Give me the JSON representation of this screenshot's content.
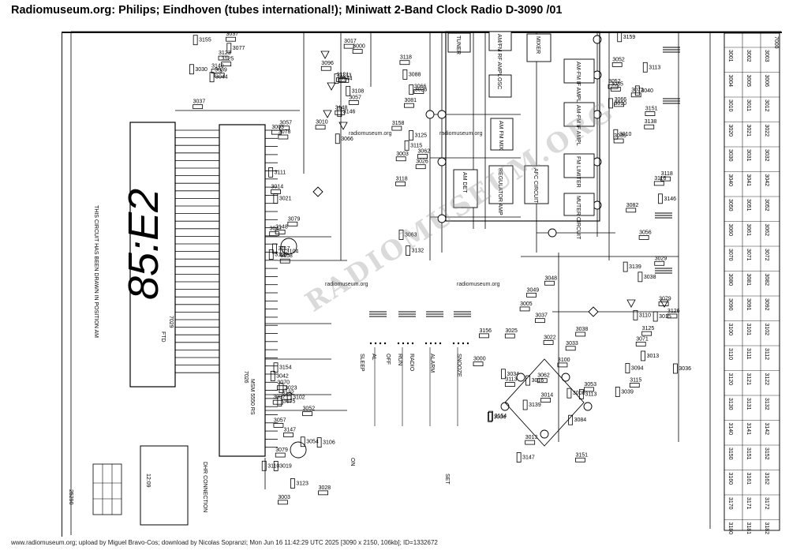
{
  "page": {
    "title": "Radiomuseum.org: Philips; Eindhoven (tubes international!); Miniwatt 2-Band Clock Radio D-3090 /01",
    "footer": "www.radiomuseum.org; upload by Miguel Bravo-Cos; download by Nicolas Sopranzi; Mon Jun 16 11:42:29 UTC 2025 [3090 x 2150, 106kb]; ID=1332672"
  },
  "schematic": {
    "watermark": "RADIOMUSEUM.ORG",
    "small_watermarks": [
      "radiomuseum.org",
      "radiomuseum.org",
      "radiomuseum.org",
      "radiomuseum.org"
    ],
    "display_digits": "85:E2",
    "display_ref": "FTD",
    "display_num": "7029",
    "clock_ic": "MSM 5550 RS",
    "clock_ic_ref": "7026",
    "clock_ic_small": "12:09",
    "drawing_code": "25290",
    "connection_label": "DHR CONNECTION",
    "note_text": "THIS CIRCUIT HAS BEEN DRAWN IN POSITION AM",
    "blocks": [
      {
        "id": "osc",
        "label": "OSC"
      },
      {
        "id": "fmif",
        "label": "AM FM MIX"
      },
      {
        "id": "amdet",
        "label": "AM DET"
      },
      {
        "id": "afc",
        "label": "AFC CIRCUIT"
      },
      {
        "id": "fmlim",
        "label": "FM LIMITER"
      },
      {
        "id": "muter",
        "label": "MUTER CIRCUIT"
      },
      {
        "id": "mixer",
        "label": "MIXER"
      },
      {
        "id": "ampif",
        "label": "AM-FM IF AMPL"
      },
      {
        "id": "ampif2",
        "label": "AM-FM IF AMPL"
      },
      {
        "id": "amrf",
        "label": "AM/FM RF AMPL"
      },
      {
        "id": "regulator",
        "label": "REGULATOR AMP"
      },
      {
        "id": "tuner",
        "label": "TUNER"
      }
    ],
    "switch_labels": [
      "SLEEP",
      "AL",
      "OFF",
      "RUN",
      "RADIO",
      "ALARM",
      "SNOOZE",
      "ON",
      "SET"
    ],
    "parts_list_header": "7000",
    "parts_list_rows": [
      [
        "3001",
        "3002",
        "3003"
      ],
      [
        "3004",
        "3005",
        "3006"
      ],
      [
        "3010",
        "3011",
        "3012"
      ],
      [
        "3020",
        "3021",
        "3022"
      ],
      [
        "3030",
        "3031",
        "3032"
      ],
      [
        "3040",
        "3041",
        "3042"
      ],
      [
        "3050",
        "3051",
        "3052"
      ],
      [
        "3060",
        "3061",
        "3062"
      ],
      [
        "3070",
        "3071",
        "3072"
      ],
      [
        "3080",
        "3081",
        "3082"
      ],
      [
        "3090",
        "3091",
        "3092"
      ],
      [
        "3100",
        "3101",
        "3102"
      ],
      [
        "3110",
        "3111",
        "3112"
      ],
      [
        "3120",
        "3121",
        "3122"
      ],
      [
        "3130",
        "3131",
        "3132"
      ],
      [
        "3140",
        "3141",
        "3142"
      ],
      [
        "3150",
        "3151",
        "3152"
      ],
      [
        "3160",
        "3161",
        "3162"
      ],
      [
        "3170",
        "3171",
        "3172"
      ],
      [
        "3180",
        "3181",
        "3182"
      ]
    ]
  }
}
